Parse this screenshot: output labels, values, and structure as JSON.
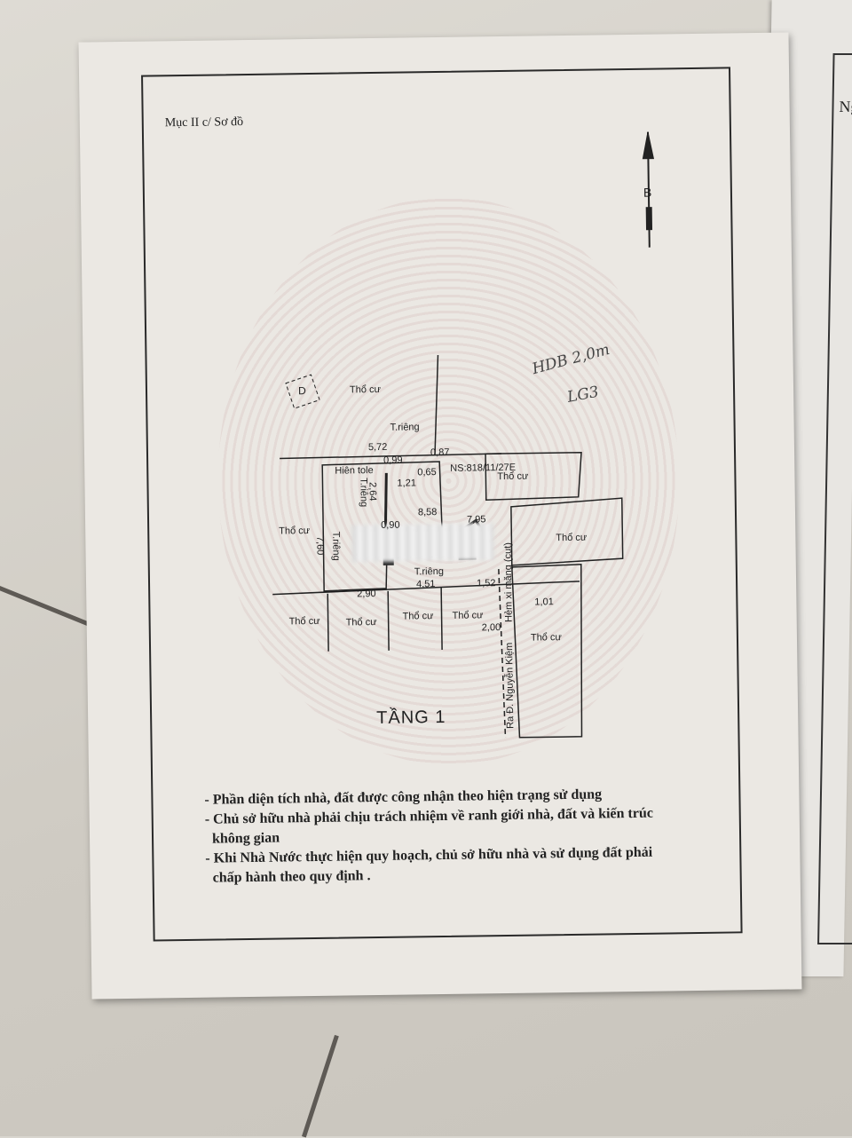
{
  "header": {
    "section_label": "Mục II c/ Sơ đồ"
  },
  "side_page": {
    "text": "Ng"
  },
  "plan": {
    "floor_title": "TẦNG 1",
    "north_arrow_letter": "B",
    "parcel_mark": "D",
    "handwritten_note_1": "HDB 2,0m",
    "handwritten_note_2": "LG3",
    "lot_number": "NS:818/11/27E",
    "labels": {
      "tho_cu": "Thổ cư",
      "t_rieng": "T.riêng",
      "hien_tole": "Hiên tole",
      "hem": "Hẻm xi măng (cụt)",
      "road": "Ra Đ. Nguyễn Kiệm"
    },
    "dimensions": [
      "5,72",
      "0,99",
      "0,65",
      "1,21",
      "8,58",
      "0,90",
      "7,60",
      "7,95",
      "2,90",
      "4,51",
      "1,52",
      "2,00",
      "1,01",
      "0,87",
      "2,64"
    ]
  },
  "notes": [
    "- Phần diện tích nhà, đất được công nhận theo hiện trạng sử dụng",
    "- Chủ sở hữu nhà phải chịu trách nhiệm về ranh giới nhà, đất và kiến trúc",
    "không gian",
    "- Khi Nhà Nước  thực hiện quy hoạch, chủ sở hữu nhà và sử dụng đất phải",
    "chấp hành theo quy định ."
  ]
}
